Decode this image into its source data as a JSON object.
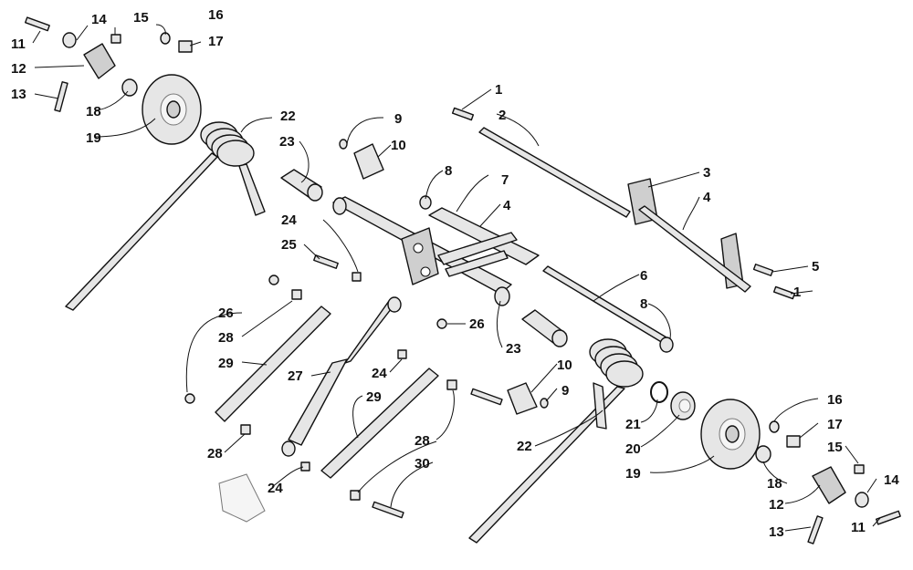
{
  "callouts": [
    {
      "id": "c1a",
      "text": "1"
    },
    {
      "id": "c1b",
      "text": "1"
    },
    {
      "id": "c2",
      "text": "2"
    },
    {
      "id": "c3",
      "text": "3"
    },
    {
      "id": "c4a",
      "text": "4"
    },
    {
      "id": "c4b",
      "text": "4"
    },
    {
      "id": "c5",
      "text": "5"
    },
    {
      "id": "c6",
      "text": "6"
    },
    {
      "id": "c7",
      "text": "7"
    },
    {
      "id": "c8a",
      "text": "8"
    },
    {
      "id": "c8b",
      "text": "8"
    },
    {
      "id": "c9a",
      "text": "9"
    },
    {
      "id": "c9b",
      "text": "9"
    },
    {
      "id": "c10a",
      "text": "10"
    },
    {
      "id": "c10b",
      "text": "10"
    },
    {
      "id": "c11a",
      "text": "11"
    },
    {
      "id": "c11b",
      "text": "11"
    },
    {
      "id": "c12a",
      "text": "12"
    },
    {
      "id": "c12b",
      "text": "12"
    },
    {
      "id": "c13a",
      "text": "13"
    },
    {
      "id": "c13b",
      "text": "13"
    },
    {
      "id": "c14a",
      "text": "14"
    },
    {
      "id": "c14b",
      "text": "14"
    },
    {
      "id": "c15a",
      "text": "15"
    },
    {
      "id": "c15b",
      "text": "15"
    },
    {
      "id": "c16a",
      "text": "16"
    },
    {
      "id": "c16b",
      "text": "16"
    },
    {
      "id": "c17a",
      "text": "17"
    },
    {
      "id": "c17b",
      "text": "17"
    },
    {
      "id": "c18a",
      "text": "18"
    },
    {
      "id": "c18b",
      "text": "18"
    },
    {
      "id": "c19a",
      "text": "19"
    },
    {
      "id": "c19b",
      "text": "19"
    },
    {
      "id": "c20",
      "text": "20"
    },
    {
      "id": "c21",
      "text": "21"
    },
    {
      "id": "c22a",
      "text": "22"
    },
    {
      "id": "c22b",
      "text": "22"
    },
    {
      "id": "c23a",
      "text": "23"
    },
    {
      "id": "c23b",
      "text": "23"
    },
    {
      "id": "c24a",
      "text": "24"
    },
    {
      "id": "c24b",
      "text": "24"
    },
    {
      "id": "c24c",
      "text": "24"
    },
    {
      "id": "c25",
      "text": "25"
    },
    {
      "id": "c26a",
      "text": "26"
    },
    {
      "id": "c26b",
      "text": "26"
    },
    {
      "id": "c27",
      "text": "27"
    },
    {
      "id": "c28a",
      "text": "28"
    },
    {
      "id": "c28b",
      "text": "28"
    },
    {
      "id": "c28c",
      "text": "28"
    },
    {
      "id": "c29a",
      "text": "29"
    },
    {
      "id": "c29b",
      "text": "29"
    },
    {
      "id": "c30",
      "text": "30"
    }
  ]
}
